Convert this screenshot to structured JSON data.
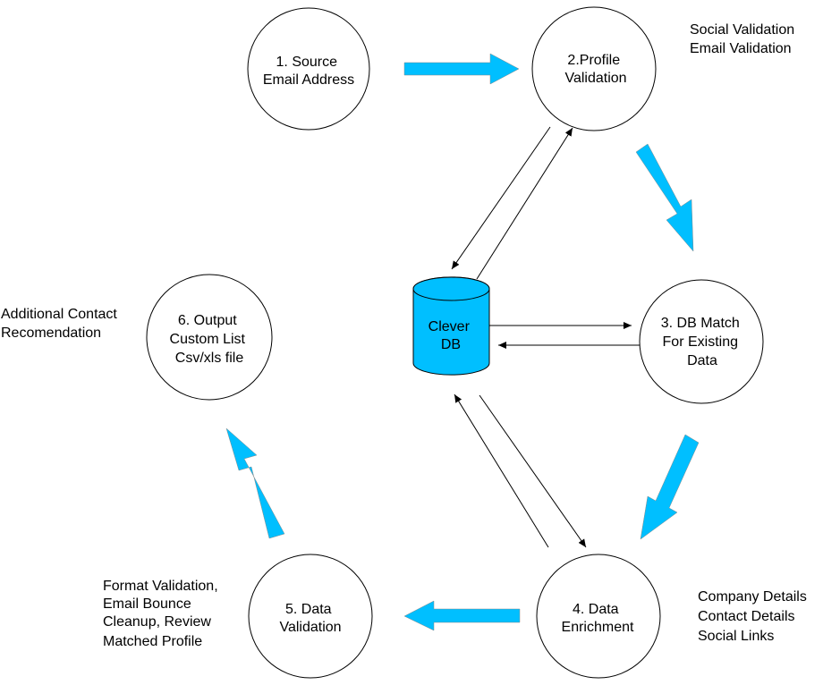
{
  "nodes": {
    "source": {
      "lines": [
        "1. Source",
        "Email Address"
      ]
    },
    "profile": {
      "lines": [
        "2.Profile",
        "Validation"
      ]
    },
    "dbmatch": {
      "lines": [
        "3. DB Match",
        "For Existing",
        "Data"
      ]
    },
    "enrichment": {
      "lines": [
        "4. Data",
        "Enrichment"
      ]
    },
    "validation": {
      "lines": [
        "5. Data",
        "Validation"
      ]
    },
    "output": {
      "lines": [
        "6. Output",
        "Custom List",
        "Csv/xls file"
      ]
    }
  },
  "database": {
    "lines": [
      "Clever",
      "DB"
    ]
  },
  "notes": {
    "profile": [
      "Social Validation",
      "Email Validation"
    ],
    "enrichment": [
      "Company Details",
      "Contact Details",
      "Social Links"
    ],
    "validation": [
      "Format Validation,",
      "Email Bounce",
      "Cleanup, Review",
      "Matched Profile"
    ],
    "output": [
      "Additional Contact",
      "Recomendation"
    ]
  },
  "colors": {
    "flow_arrow": "#00BFFF",
    "db_fill": "#00BFFF",
    "stroke": "#000000"
  }
}
